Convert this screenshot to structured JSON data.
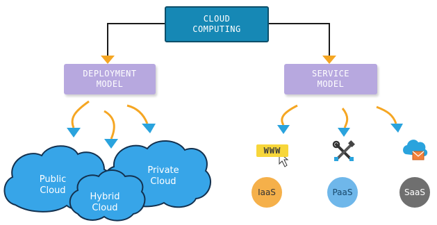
{
  "root": {
    "line1": "CLOUD",
    "line2": "COMPUTING"
  },
  "deployment": {
    "line1": "DEPLOYMENT",
    "line2": "MODEL"
  },
  "service": {
    "line1": "SERVICE",
    "line2": "MODEL"
  },
  "clouds": {
    "public": {
      "line1": "Public",
      "line2": "Cloud"
    },
    "hybrid": {
      "line1": "Hybrid",
      "line2": "Cloud"
    },
    "private": {
      "line1": "Private",
      "line2": "Cloud"
    }
  },
  "services": {
    "iaas": "IaaS",
    "paas": "PaaS",
    "saas": "SaaS"
  },
  "icons": {
    "www_text": "WWW",
    "paas_icon": "tools-icon",
    "saas_icon": "cloud-mail-icon"
  },
  "colors": {
    "root": "#1688b5",
    "model": "#b7a8df",
    "arrow_orange": "#f5a623",
    "arrow_blue": "#2aa3dd",
    "cloud": "#37a5e8"
  }
}
